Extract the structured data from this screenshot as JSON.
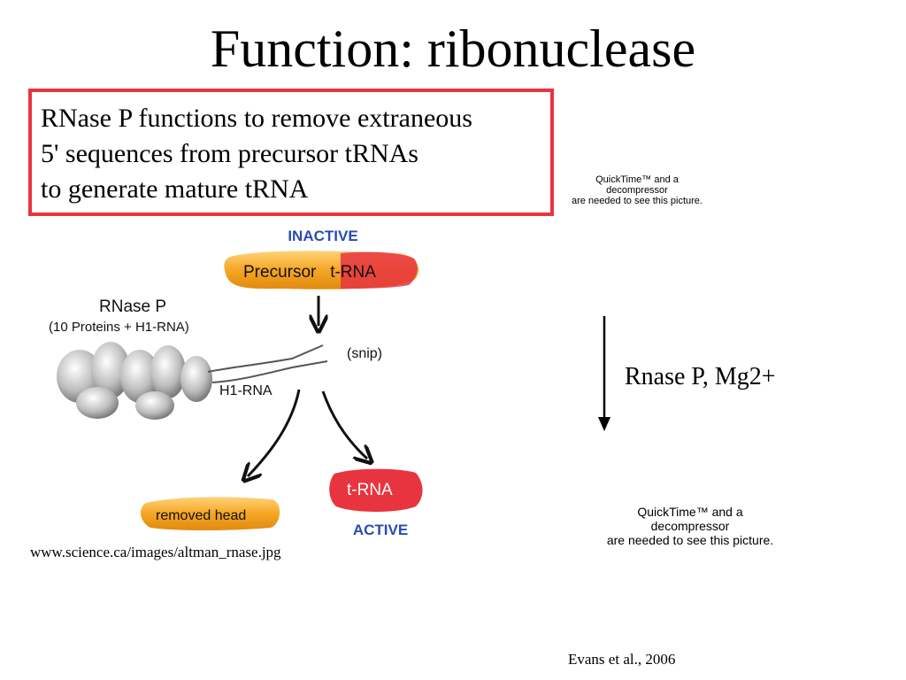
{
  "title": "Function: ribonuclease",
  "callout": {
    "lines": [
      "RNase P functions to remove extraneous",
      "5' sequences from precursor tRNAs",
      "to generate mature tRNA"
    ],
    "border_color": "#e8343f"
  },
  "quicktime_placeholder_1": {
    "lines": [
      "QuickTime™ and a",
      "decompressor",
      "are needed to see this picture."
    ]
  },
  "quicktime_placeholder_2": {
    "lines": [
      "QuickTime™ and a",
      "decompressor",
      "are needed to see this picture."
    ]
  },
  "diagram": {
    "inactive_label": "INACTIVE",
    "precursor_label": "Precursor   t-RNA",
    "rnase_label": "RNase P",
    "rnase_sub": "(10 Proteins + H1-RNA)",
    "snip_label": "(snip)",
    "h1_label": "H1-RNA",
    "removed_label": "removed head",
    "trna_label": "t-RNA",
    "active_label": "ACTIVE",
    "label_color": "#2a4bb5",
    "blob_color": "#f5a623",
    "blob_red": "#e8343f"
  },
  "source_url": "www.science.ca/images/altman_rnase.jpg",
  "enzyme_label": "Rnase P, Mg2+",
  "citation": "Evans et al., 2006"
}
